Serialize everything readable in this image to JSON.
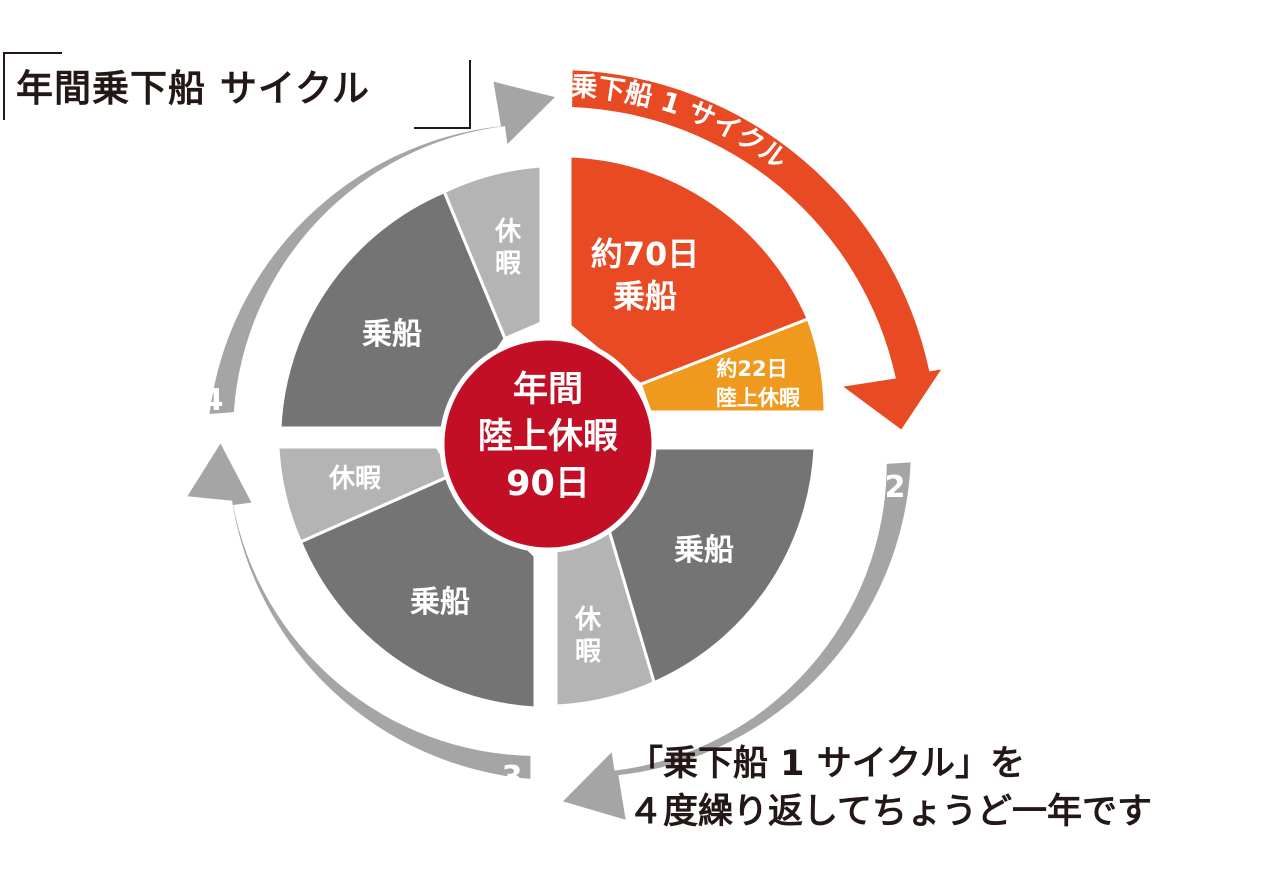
{
  "title": "年間乗下船 サイクル",
  "colors": {
    "red": "#E84A23",
    "orange": "#EF9A1E",
    "crimson": "#C20F25",
    "dark_gray": "#747474",
    "light_gray": "#B4B4B4",
    "arrow_gray": "#A5A5A5"
  },
  "center": {
    "line1": "年間",
    "line2": "陸上休暇",
    "line3": "90日"
  },
  "quadrants": {
    "q1": {
      "board_line1": "約70日",
      "board_line2": "乗船",
      "leave_line1": "約22日",
      "leave_line2": "陸上休暇"
    },
    "q2": {
      "board": "乗船",
      "leave_line1": "休",
      "leave_line2": "暇"
    },
    "q3": {
      "board": "乗船",
      "leave": "休暇"
    },
    "q4": {
      "board": "乗船",
      "leave_line1": "休",
      "leave_line2": "暇"
    }
  },
  "arrow_label": "乗下船 1 サイクル",
  "cycle_numbers": {
    "n2": "2",
    "n3": "3",
    "n4": "4"
  },
  "bottom_text": {
    "line1": "「乗下船 1 サイクル」を",
    "line2": "４度繰り返してちょうど一年です"
  }
}
